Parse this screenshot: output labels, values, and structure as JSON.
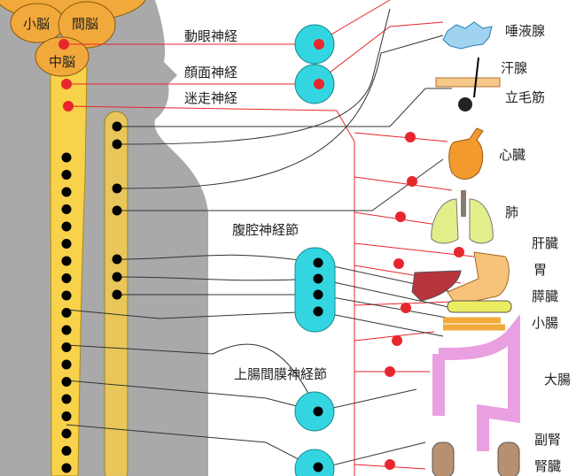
{
  "brain": {
    "cerebellum": "小脳",
    "diencephalon": "間脳",
    "midbrain": "中脳"
  },
  "nerves": {
    "oculomotor": "動眼神経",
    "facial": "顔面神経",
    "vagus": "迷走神経"
  },
  "ganglia": {
    "celiac": "腹腔神経節",
    "superior_mesenteric": "上腸間膜神経節"
  },
  "organs": {
    "salivary_gland": "唾液腺",
    "sweat_gland": "汗腺",
    "arrector_pili": "立毛筋",
    "heart": "心臓",
    "lung": "肺",
    "liver": "肝臓",
    "stomach": "胃",
    "pancreas": "膵臓",
    "small_intestine": "小腸",
    "large_intestine": "大腸",
    "adrenal": "副腎",
    "kidney": "腎臓"
  },
  "colors": {
    "parasympathetic": "#e8262d",
    "sympathetic": "#333333",
    "ganglion": "#33d6e0",
    "spinal_cord": "#f7d24a",
    "brain": "#f2a93b"
  }
}
